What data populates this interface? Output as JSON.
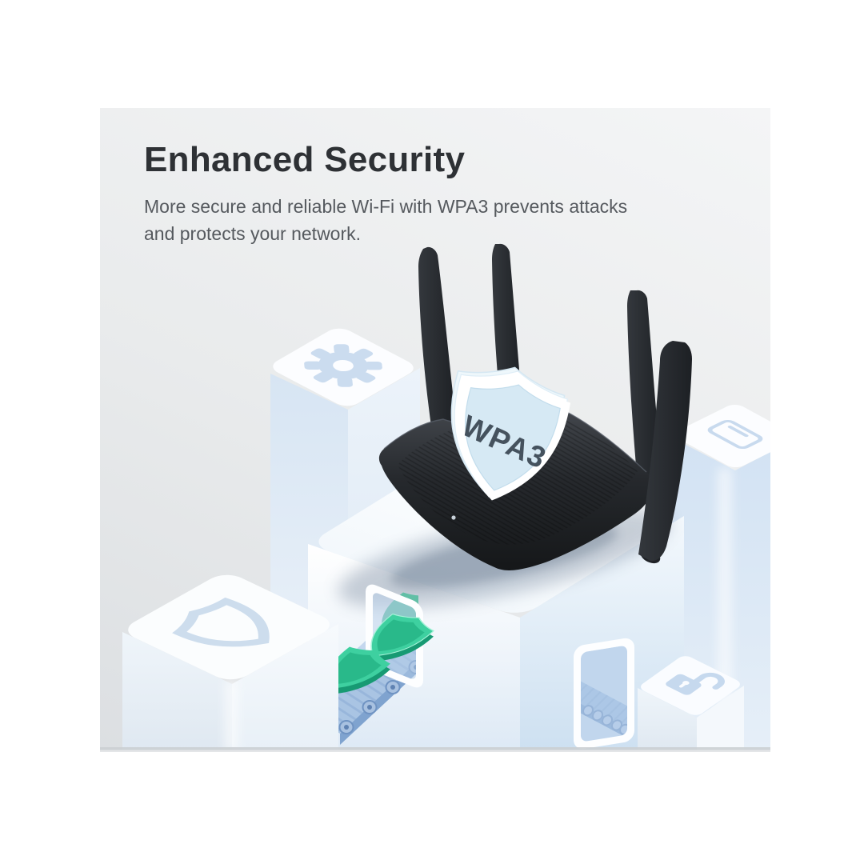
{
  "hero": {
    "title": "Enhanced Security",
    "description_line1": "More secure and reliable Wi-Fi with WPA3 prevents attacks",
    "description_line2": "and protects your network.",
    "badge_label": "WPA3"
  },
  "scene": {
    "device": "black dual-band Wi-Fi router with four antennas on isometric pedestal",
    "icons": [
      "gear-icon",
      "credit-card-icon",
      "shield-outline-icon",
      "padlock-icon",
      "wpa3-shield-badge",
      "conveyor-shield-icon"
    ]
  },
  "colors": {
    "backdrop_start": "#dcdfe2",
    "backdrop_end": "#f4f5f6",
    "title_text": "#2e3135",
    "body_text": "#55595e",
    "block_white": "#fbfdfe",
    "block_blue": "#d9e6f4",
    "icon_blue": "#cbdcef",
    "belt_blue": "#a9c4e3",
    "roller_blue": "#6f93c2",
    "shield_teal": "#3ed0a0",
    "shield_teal_dark": "#179a73",
    "router_black": "#1b1e21",
    "badge_fill": "#d6e9f4",
    "badge_text": "#45525e",
    "floor_line": "#cbcfd3"
  }
}
